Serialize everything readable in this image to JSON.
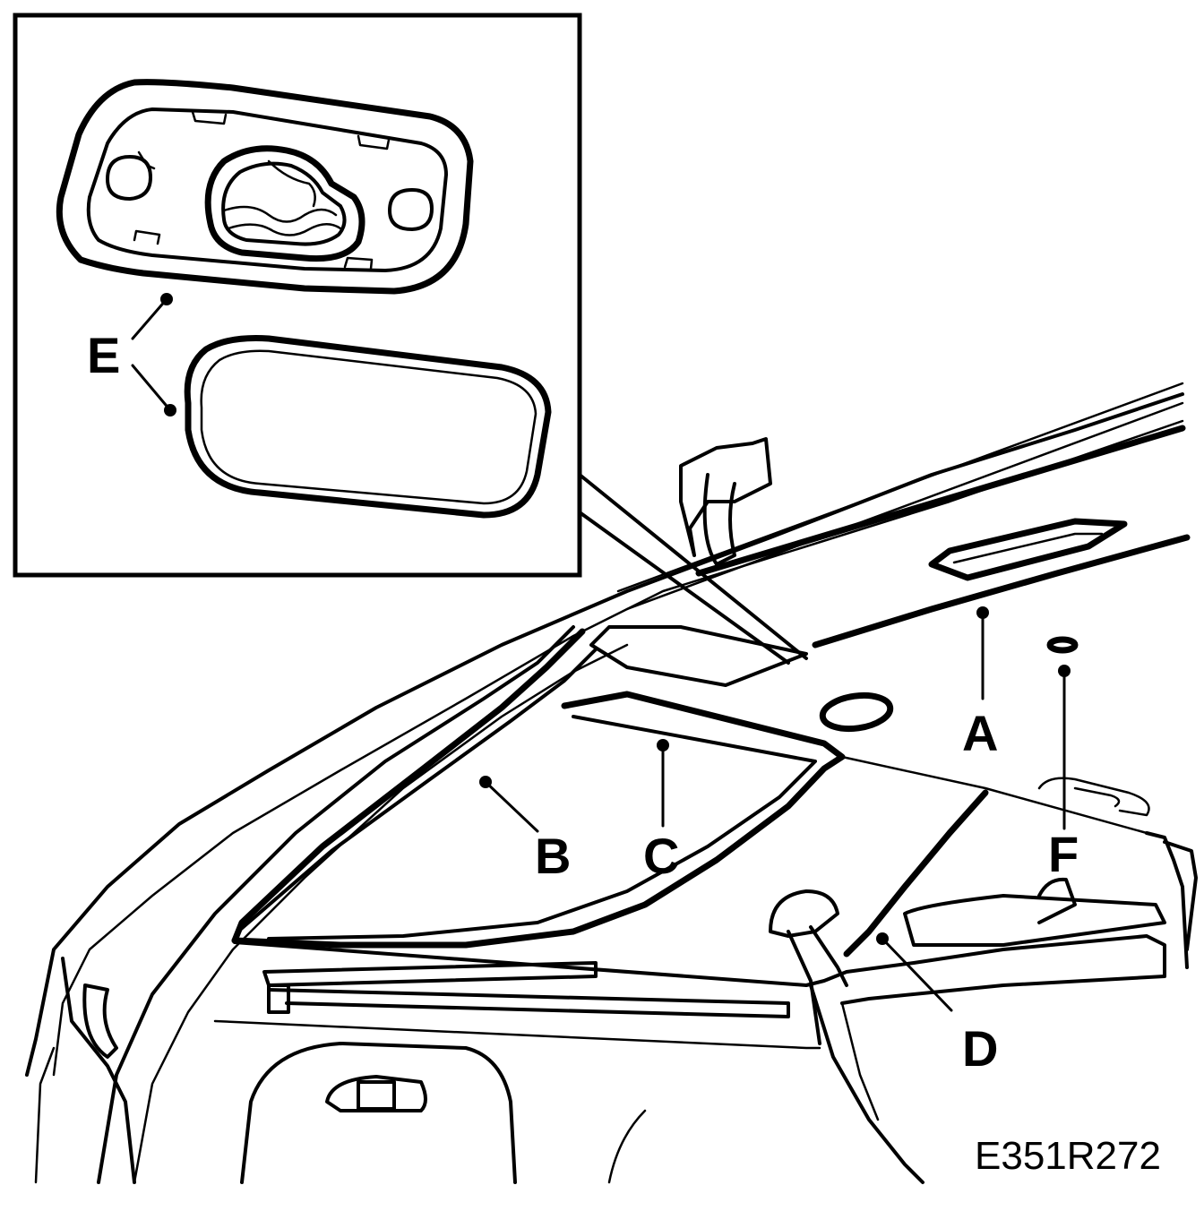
{
  "callouts": {
    "a": "A",
    "b": "B",
    "c": "C",
    "d": "D",
    "e": "E",
    "f": "F"
  },
  "reference_code": "E351R272"
}
